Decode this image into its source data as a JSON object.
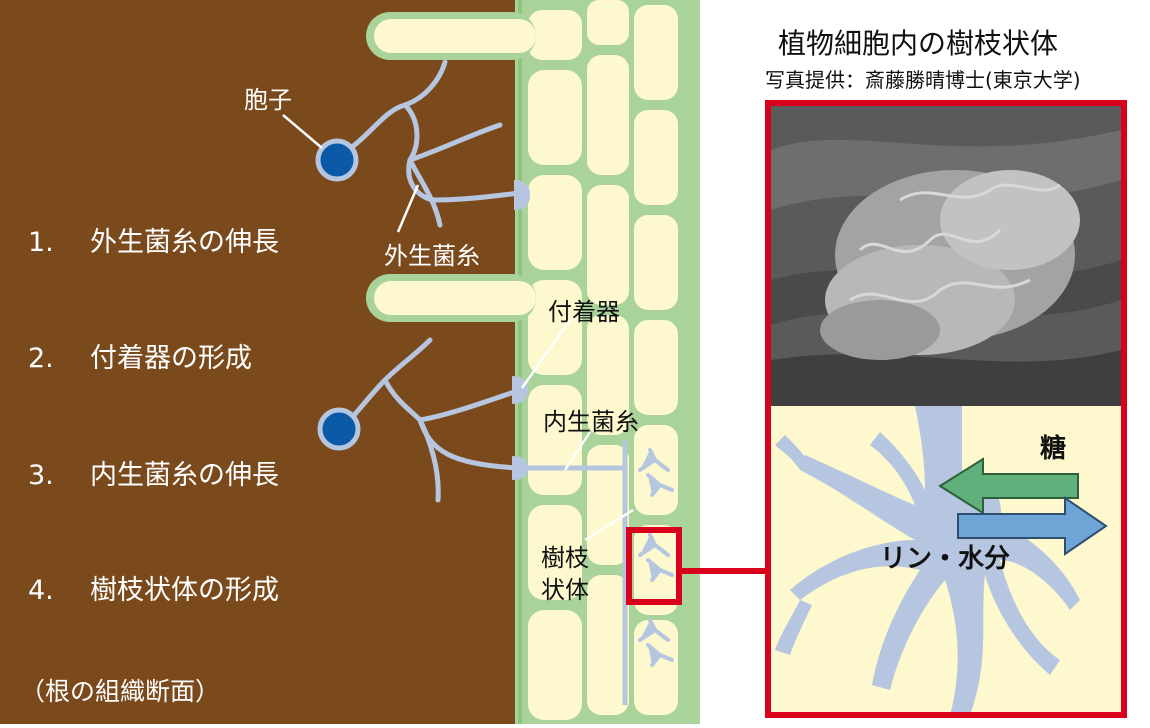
{
  "steps": [
    {
      "num": "1.",
      "text": "外生菌糸の伸長"
    },
    {
      "num": "2.",
      "text": "付着器の形成"
    },
    {
      "num": "3.",
      "text": "内生菌糸の伸長"
    },
    {
      "num": "4.",
      "text": "樹枝状体の形成"
    }
  ],
  "caption": "（根の組織断面）",
  "labels": {
    "spore": "胞子",
    "external_hypha": "外生菌糸",
    "appressorium": "付着器",
    "internal_hypha": "内生菌糸",
    "arbuscule_line1": "樹枝",
    "arbuscule_line2": "状体"
  },
  "panel": {
    "title": "植物細胞内の樹枝状体",
    "credit": "写真提供：斎藤勝晴博士(東京大学)",
    "sugar": "糖",
    "phosphorus_water": "リン・水分"
  },
  "colors": {
    "soil": "#7b4a1c",
    "cell_wall": "#a9d39a",
    "cell": "#fdf8cd",
    "fungus": "#b7c6e0",
    "spore": "#0b5aa8",
    "highlight": "#d9001b",
    "sugar_arrow": "#5fb07a",
    "phosphorus_arrow": "#6ea5d6"
  }
}
